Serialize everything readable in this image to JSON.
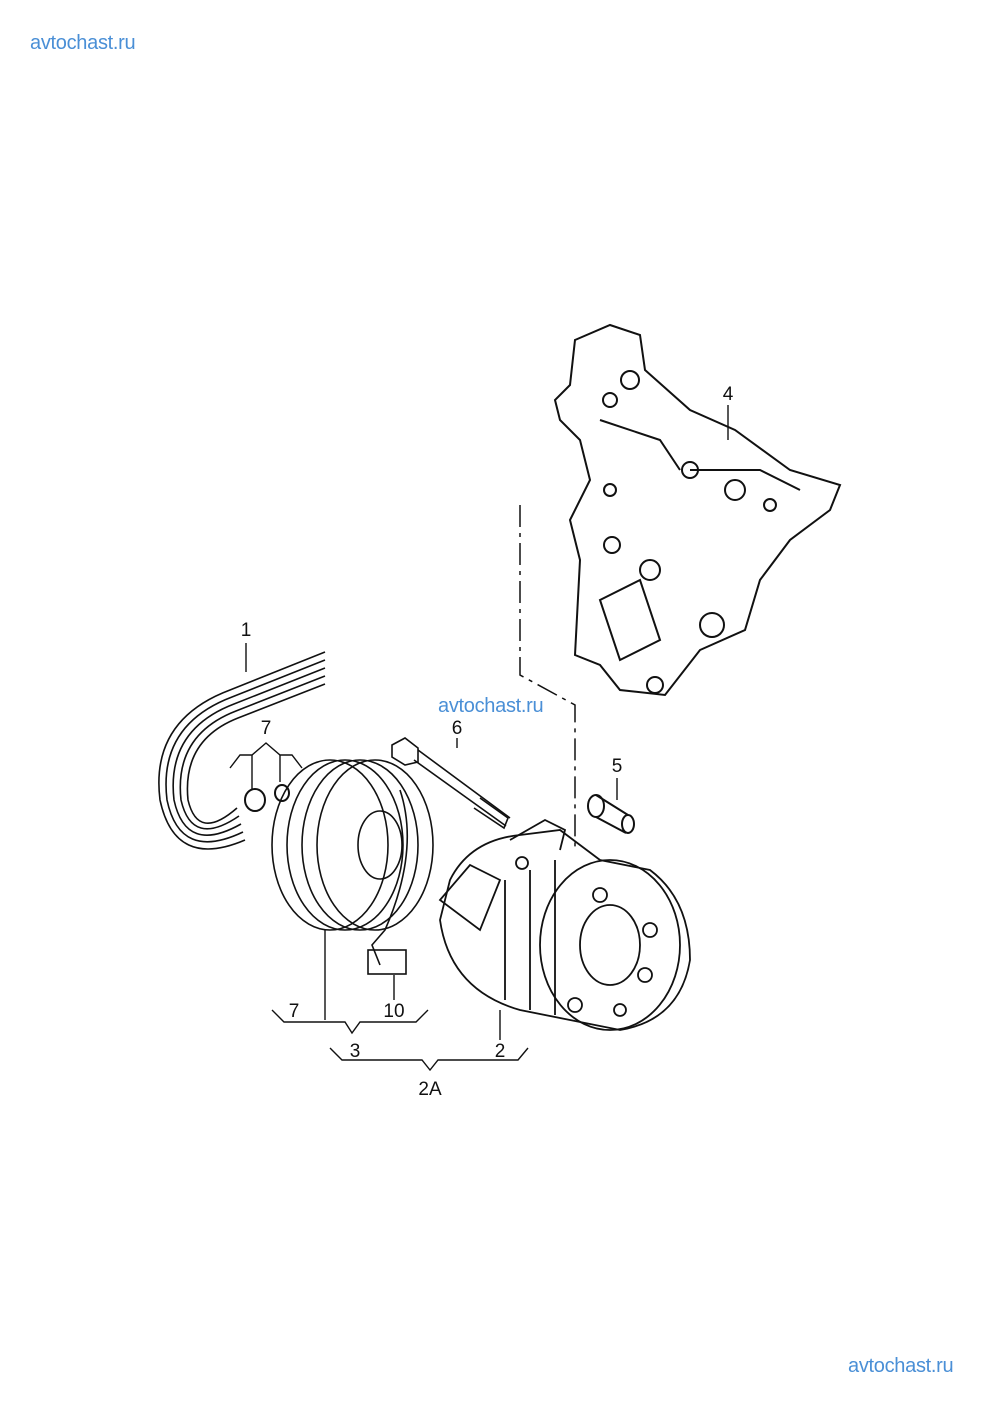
{
  "watermarks": [
    "avtochast.ru",
    "avtochast.ru",
    "avtochast.ru"
  ],
  "callouts": {
    "belt": "1",
    "compressor": "2",
    "compressor_assembly": "2A",
    "clutch": "3",
    "bracket": "4",
    "bushing": "5",
    "bolt": "6",
    "nut_key_top": "7",
    "nut_key_bottom": "7",
    "connector": "10"
  },
  "colors": {
    "watermark": "#4a8fd6",
    "line": "#111111"
  }
}
